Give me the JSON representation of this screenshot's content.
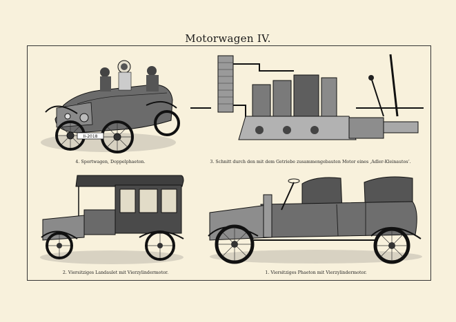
{
  "title": "Motorwagen IV.",
  "captions": {
    "fig4": "4. Sportwagen, Doppelphaeton.",
    "fig3": "3. Schnitt durch den mit dem Getriebe zusammengebauten Motor eines ‚Adler-Kleinautos‘.",
    "fig2": "2. Viersitziges Landaulet mit Vierzylindermotor.",
    "fig1": "1. Viersitziges Phaeton mit Vierzylindermotor."
  },
  "plates": {
    "fig4": "II-2018"
  },
  "colors": {
    "paper": "#f8f1dc",
    "ink": "#1c1c1c"
  }
}
